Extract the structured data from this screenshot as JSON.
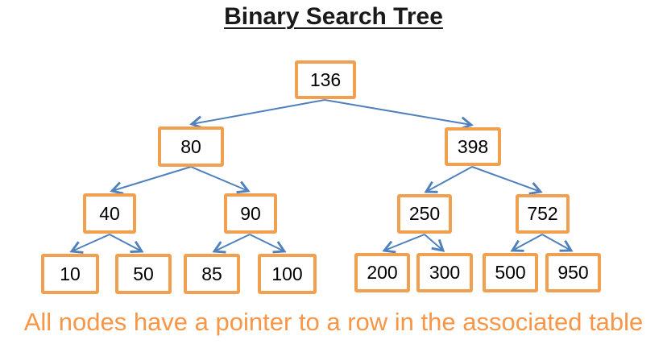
{
  "title": "Binary Search Tree",
  "caption": "All nodes have a pointer to a row in the associated table",
  "colors": {
    "node_border": "#F0A04E",
    "node_fill": "#FFFFFF",
    "node_text": "#000000",
    "arrow": "#4F81BD",
    "title_text": "#1A1A1A",
    "caption_text": "#F79646"
  },
  "tree": {
    "type": "binary-search-tree",
    "root": "136",
    "levels": [
      [
        "136"
      ],
      [
        "80",
        "398"
      ],
      [
        "40",
        "90",
        "250",
        "752"
      ],
      [
        "10",
        "50",
        "85",
        "100",
        "200",
        "300",
        "500",
        "950"
      ]
    ],
    "nodes": {
      "n136": "136",
      "n80": "80",
      "n398": "398",
      "n40": "40",
      "n90": "90",
      "n250": "250",
      "n752": "752",
      "n10": "10",
      "n50": "50",
      "n85": "85",
      "n100": "100",
      "n200": "200",
      "n300": "300",
      "n500": "500",
      "n950": "950"
    },
    "edges": [
      {
        "from": "136",
        "to": "80"
      },
      {
        "from": "136",
        "to": "398"
      },
      {
        "from": "80",
        "to": "40"
      },
      {
        "from": "80",
        "to": "90"
      },
      {
        "from": "398",
        "to": "250"
      },
      {
        "from": "398",
        "to": "752"
      },
      {
        "from": "40",
        "to": "10"
      },
      {
        "from": "40",
        "to": "50"
      },
      {
        "from": "90",
        "to": "85"
      },
      {
        "from": "90",
        "to": "100"
      },
      {
        "from": "250",
        "to": "200"
      },
      {
        "from": "250",
        "to": "300"
      },
      {
        "from": "752",
        "to": "500"
      },
      {
        "from": "752",
        "to": "950"
      }
    ]
  }
}
